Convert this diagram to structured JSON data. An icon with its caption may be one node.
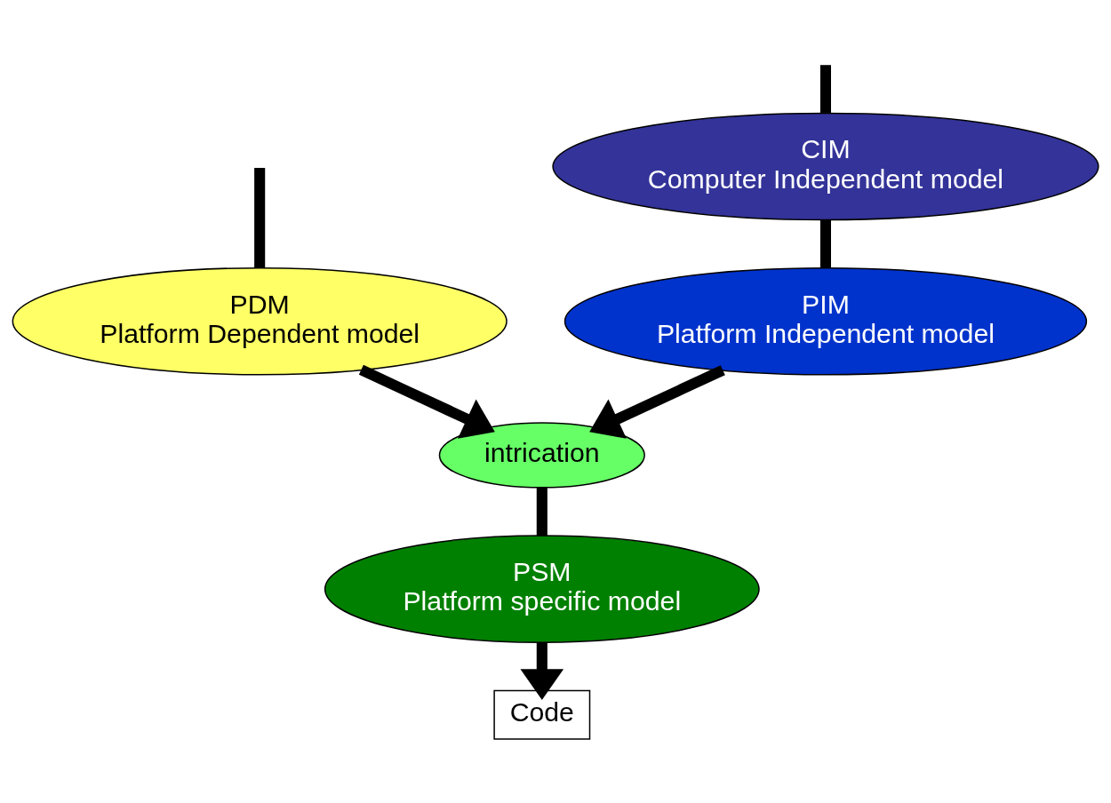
{
  "diagram": {
    "nodes": [
      {
        "text": [
          "CIM",
          "Computer Independent model"
        ]
      },
      {
        "text": [
          "PIM",
          "Platform Independent model"
        ]
      },
      {
        "text": [
          "PDM",
          "Platform Dependent model"
        ]
      },
      {
        "text": [
          "intrication"
        ]
      },
      {
        "text": [
          "PSM",
          "Platform specific model"
        ]
      },
      {
        "text": [
          "Code"
        ]
      }
    ],
    "edges": [
      {
        "from": null,
        "to": 0,
        "arrow": "none"
      },
      {
        "from": 0,
        "to": 1,
        "arrow": "none"
      },
      {
        "from": 1,
        "to": 3,
        "arrow": "to"
      },
      {
        "from": null,
        "to": 2,
        "arrow": "none"
      },
      {
        "from": 2,
        "to": 3,
        "arrow": "to"
      },
      {
        "from": 3,
        "to": 4,
        "arrow": "none"
      },
      {
        "from": 4,
        "to": 5,
        "arrow": "to"
      }
    ]
  }
}
